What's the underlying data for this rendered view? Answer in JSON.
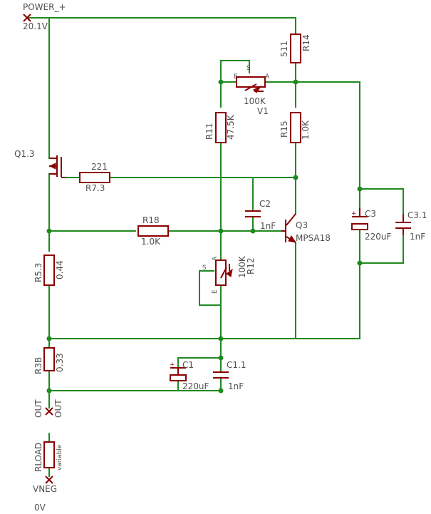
{
  "supply": {
    "power_name": "POWER_+",
    "power_value": "20.1V",
    "neg_name": "VNEG",
    "neg_value": "0V"
  },
  "output": {
    "out1": "OUT",
    "out2": "OUT"
  },
  "q13": {
    "name": "Q1.3"
  },
  "r73": {
    "name": "R7.3",
    "value": "221"
  },
  "r14": {
    "name": "R14",
    "value": "511"
  },
  "v1": {
    "name": "V1",
    "value": "100K",
    "pin_e": "E",
    "pin_s": "S",
    "pin_a": "A"
  },
  "r11": {
    "name": "R11",
    "value": "47.5K"
  },
  "r15": {
    "name": "R15",
    "value": "1.0K"
  },
  "c2": {
    "name": "C2",
    "value": "1nF"
  },
  "r18": {
    "name": "R18",
    "value": "1.0K"
  },
  "q3": {
    "name": "Q3",
    "value": "MPSA18"
  },
  "c3": {
    "name": "C3",
    "value": "220uF"
  },
  "c31": {
    "name": "C3.1",
    "value": "1nF"
  },
  "r53": {
    "name": "R5.3",
    "value": "0.44"
  },
  "r12": {
    "name": "R12",
    "value": "100K",
    "pin_e": "E",
    "pin_s": "S",
    "pin_a": "A"
  },
  "r3b": {
    "name": "R3B",
    "value": "0.33"
  },
  "c1": {
    "name": "C1",
    "value": "220uF"
  },
  "c11": {
    "name": "C1.1",
    "value": "1nF"
  },
  "rload": {
    "name": "RLOAD",
    "value": "variable"
  },
  "colors": {
    "wire": "#1f8a1f",
    "part": "#8b0000",
    "text": "#505050",
    "background": "#ffffff"
  }
}
